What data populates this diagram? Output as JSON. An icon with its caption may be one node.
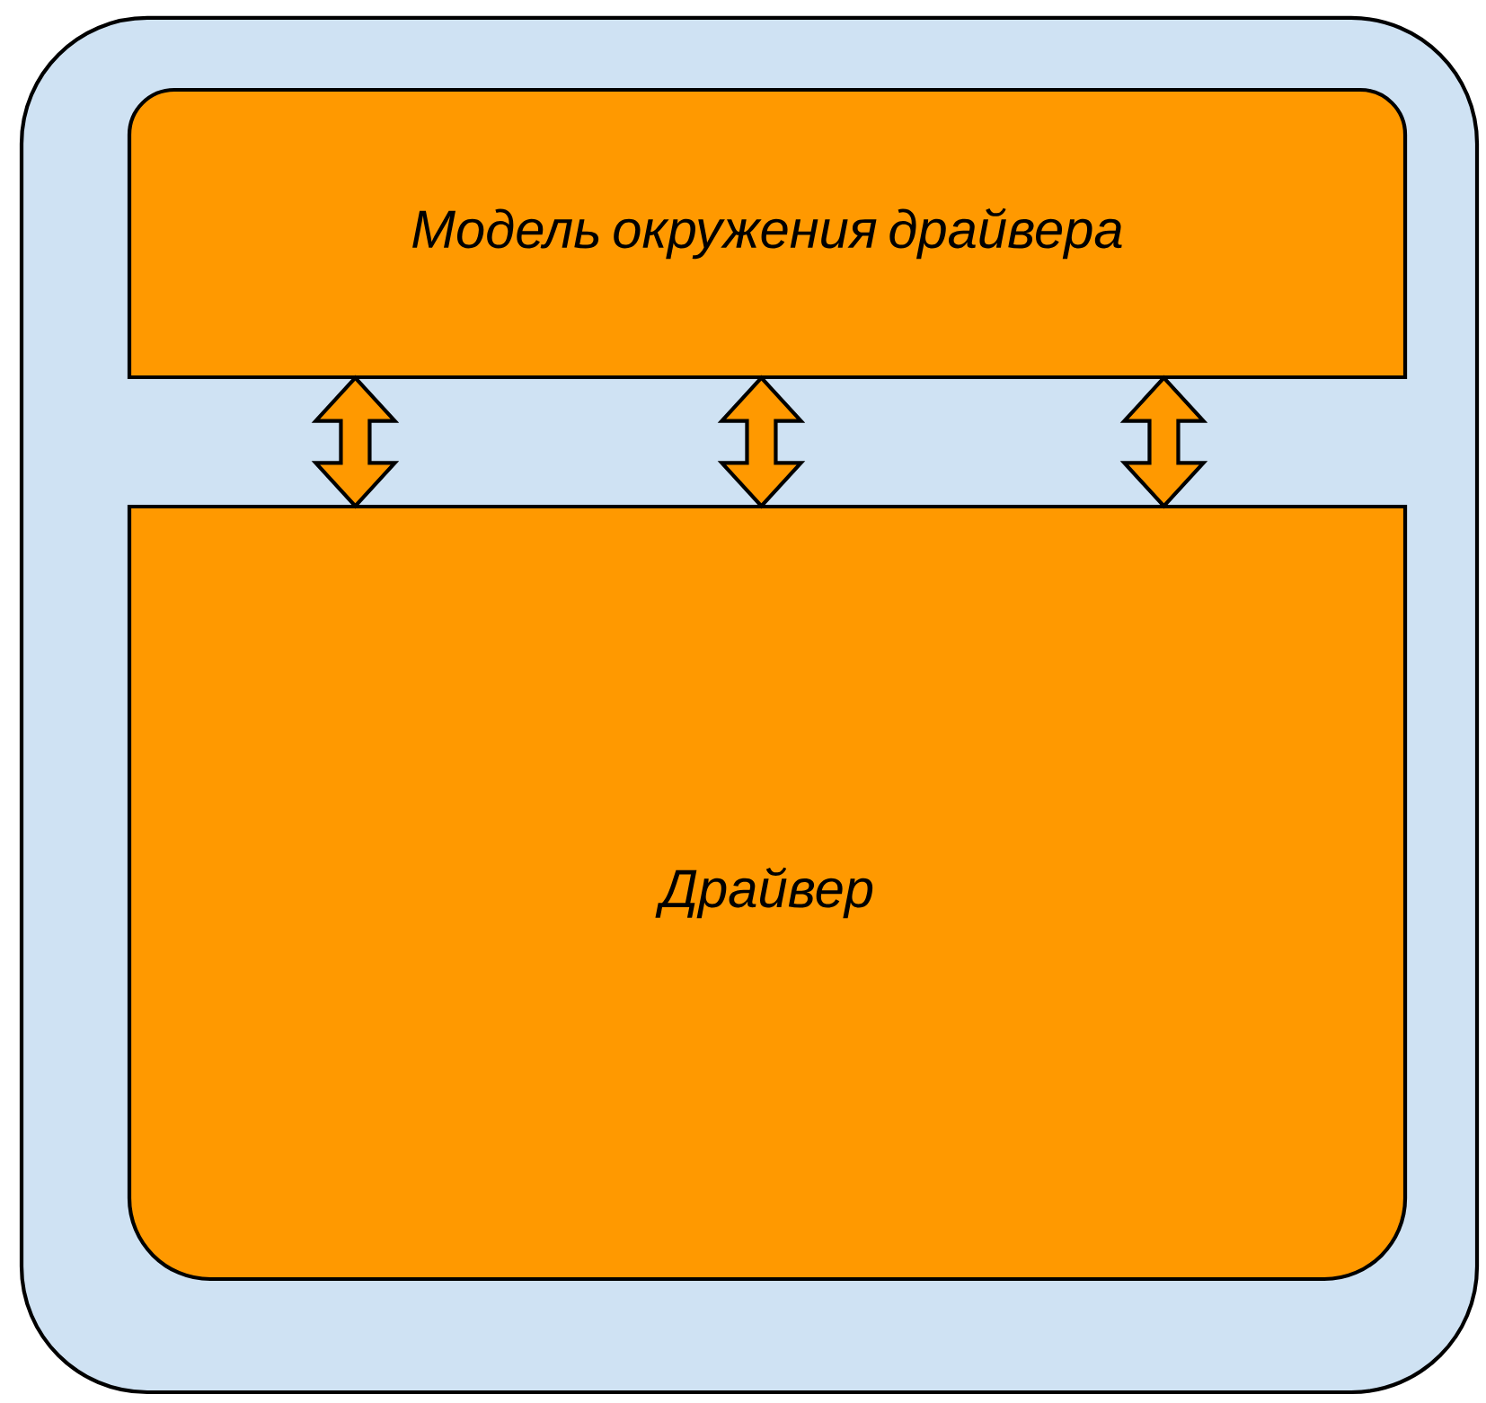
{
  "diagram": {
    "nodes": [
      {
        "text": [],
        "shape": "box"
      },
      {
        "text": [
          "Модель окружения драйвера"
        ],
        "in": 0
      },
      {
        "text": [
          "Драйвер"
        ],
        "in": 0
      }
    ],
    "edges": [
      {
        "from": 1,
        "to": 2,
        "arrow": "both"
      },
      {
        "from": 1,
        "to": 2,
        "arrow": "both"
      },
      {
        "from": 1,
        "to": 2,
        "arrow": "both"
      }
    ]
  }
}
